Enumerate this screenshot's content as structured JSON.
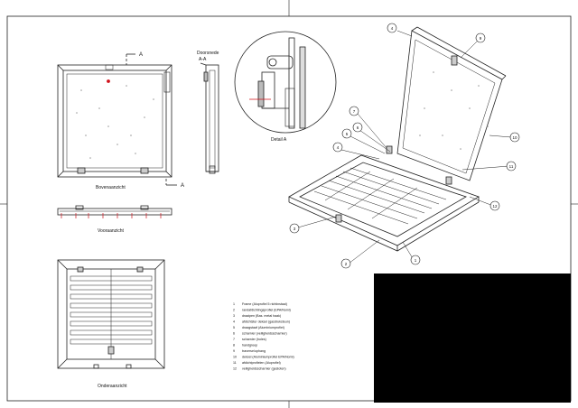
{
  "views": {
    "top": "Bovenaanzicht",
    "front": "Vooraanzicht",
    "bottom": "Onderaanzicht",
    "section_title": "Doorsnede",
    "section_sub": "A-A",
    "detail": "Detail A",
    "section_mark": "A"
  },
  "balloons": [
    "1",
    "2",
    "3",
    "4",
    "5",
    "6",
    "7",
    "8",
    "9",
    "10",
    "11",
    "12"
  ],
  "parts_list": [
    {
      "no": "1",
      "desc": "Frame (Aluprofiel 5 richtinstaal)"
    },
    {
      "no": "2",
      "desc": "randafdichtingsprofiel (EPA/Nomi)"
    },
    {
      "no": "3",
      "desc": "draaipen (Bas. metal haak)"
    },
    {
      "no": "4",
      "desc": "afdichtster deksel (gasdruksteun)"
    },
    {
      "no": "5",
      "desc": "draagstaaf (Aluminiumprofiel)"
    },
    {
      "no": "6",
      "desc": "scharnier (veiligheidsscharnier)"
    },
    {
      "no": "7",
      "desc": "scharnier (holes)"
    },
    {
      "no": "8",
      "desc": "handgreep"
    },
    {
      "no": "9",
      "desc": "traverse/ophang"
    },
    {
      "no": "10",
      "desc": "deksel (Aluminiumprofiel EPA/Nomi)"
    },
    {
      "no": "11",
      "desc": "afdichtprofielen (Aluprofiel)"
    },
    {
      "no": "12",
      "desc": "veiligheidsscharnier (gesloten)"
    }
  ],
  "colors": {
    "line": "#222222",
    "accent": "#d0101a",
    "titleblock": "#000000"
  }
}
